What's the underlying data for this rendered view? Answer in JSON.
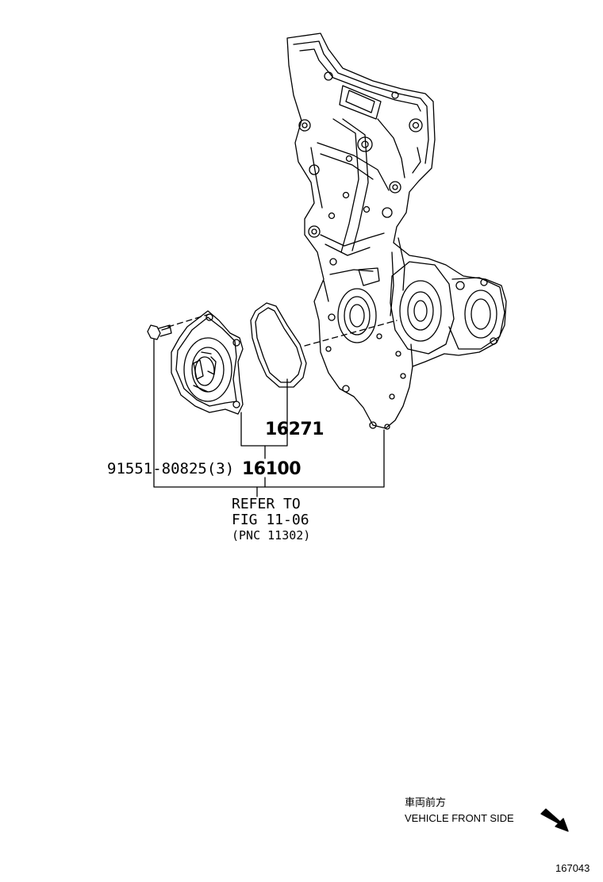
{
  "parts": {
    "gasket": "16271",
    "water_pump": "16100",
    "bolt": "91551-80825(3)"
  },
  "reference": {
    "line1": "REFER TO",
    "line2": "FIG 11-06",
    "line3": "(PNC 11302)"
  },
  "orientation": {
    "japanese_label": "車両前方",
    "english_label": "VEHICLE FRONT SIDE",
    "icon": "arrow-down-right-icon"
  },
  "illustration_id": "167043",
  "colors": {
    "line": "#000000",
    "background": "#ffffff"
  }
}
